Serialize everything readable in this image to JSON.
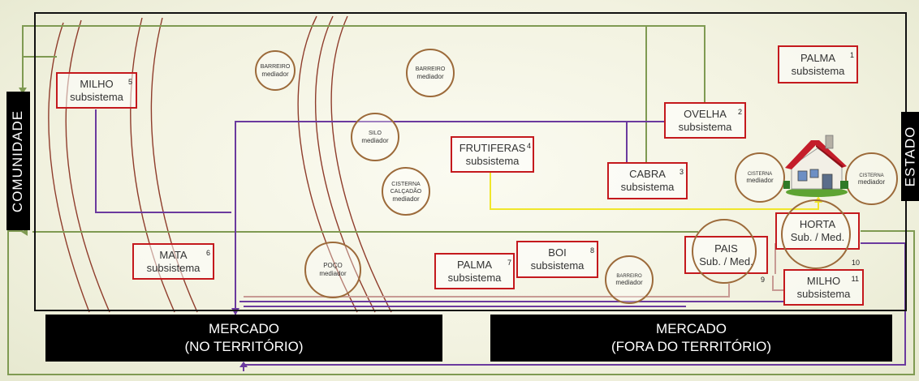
{
  "side_labels": {
    "left": "COMUNIDADE",
    "right": "ESTADO"
  },
  "markets": [
    {
      "line1": "MERCADO",
      "line2": "(NO TERRITÓRIO)"
    },
    {
      "line1": "MERCADO",
      "line2": "(FORA DO TERRITÓRIO)"
    }
  ],
  "subsystems": {
    "milho5": {
      "name": "MILHO",
      "type": "subsistema",
      "num": "5"
    },
    "palma1": {
      "name": "PALMA",
      "type": "subsistema",
      "num": "1"
    },
    "ovelha2": {
      "name": "OVELHA",
      "type": "subsistema",
      "num": "2"
    },
    "frutiferas4": {
      "name": "FRUTIFERAS",
      "type": "subsistema",
      "num": "4"
    },
    "cabra3": {
      "name": "CABRA",
      "type": "subsistema",
      "num": "3"
    },
    "horta10": {
      "name": "HORTA",
      "type": "Sub. / Med.",
      "num": "10"
    },
    "mata6": {
      "name": "MATA",
      "type": "subsistema",
      "num": "6"
    },
    "palma7": {
      "name": "PALMA",
      "type": "subsistema",
      "num": "7"
    },
    "boi8": {
      "name": "BOI",
      "type": "subsistema",
      "num": "8"
    },
    "pais9": {
      "name": "PAIS",
      "type": "Sub. / Med.",
      "num": "9"
    },
    "milho11": {
      "name": "MILHO",
      "type": "subsistema",
      "num": "11"
    }
  },
  "mediators": {
    "barreiro_a": {
      "name": "BARREIRO",
      "type": "mediador"
    },
    "barreiro_b": {
      "name": "BARREIRO",
      "type": "mediador"
    },
    "silo": {
      "name": "SILO",
      "type": "mediador"
    },
    "cisterna_calcadao": {
      "name1": "CISTERNA",
      "name2": "CALÇADÃO",
      "type": "mediador"
    },
    "poco": {
      "name": "POÇO",
      "type": "mediador"
    },
    "barreiro_c": {
      "name": "BARREIRO",
      "type": "mediador"
    },
    "cisterna_left": {
      "name": "CISTERNA",
      "type": "mediador"
    },
    "cisterna_right": {
      "name": "CISTERNA",
      "type": "mediador"
    }
  },
  "colors": {
    "subsystem_border": "#c4191d",
    "mediator_border": "#9c6a3a",
    "flow_green": "#7f9a52",
    "flow_purple": "#6b3a9e",
    "flow_yellow": "#f0e62a",
    "flow_pink": "#c79a93",
    "contour_brown": "#8f3d2c"
  }
}
